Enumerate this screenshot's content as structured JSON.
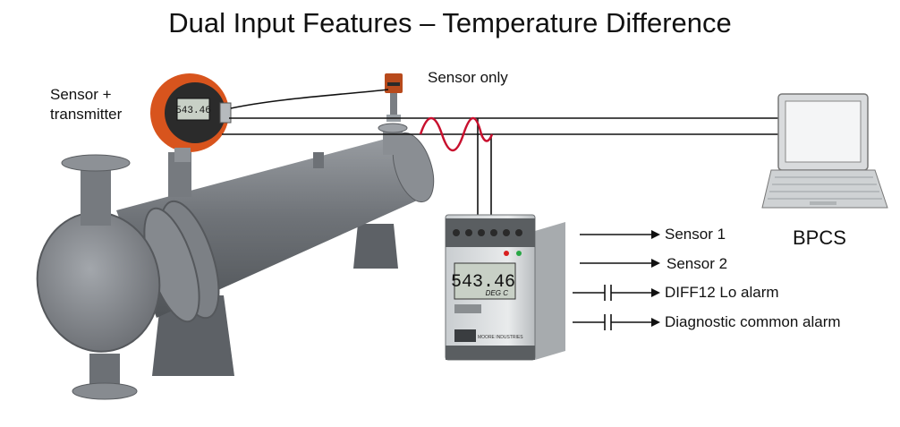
{
  "title": "Dual Input Features – Temperature Difference",
  "labels": {
    "sensor_transmitter_line1": "Sensor +",
    "sensor_transmitter_line2": "transmitter",
    "sensor_only": "Sensor only",
    "bpcs": "BPCS"
  },
  "outputs": [
    "Sensor 1",
    "Sensor 2",
    "DIFF12 Lo alarm",
    "Diagnostic common alarm"
  ],
  "transmitter_display": "543.46",
  "module_display": "543.46",
  "module_display_unit": "DEG C",
  "module_brand": "MOORE INDUSTRIES",
  "colors": {
    "vessel": "#7d8187",
    "transmitter_housing": "#d8541d",
    "wave": "#c8102e",
    "module": "#dfe2e4"
  }
}
